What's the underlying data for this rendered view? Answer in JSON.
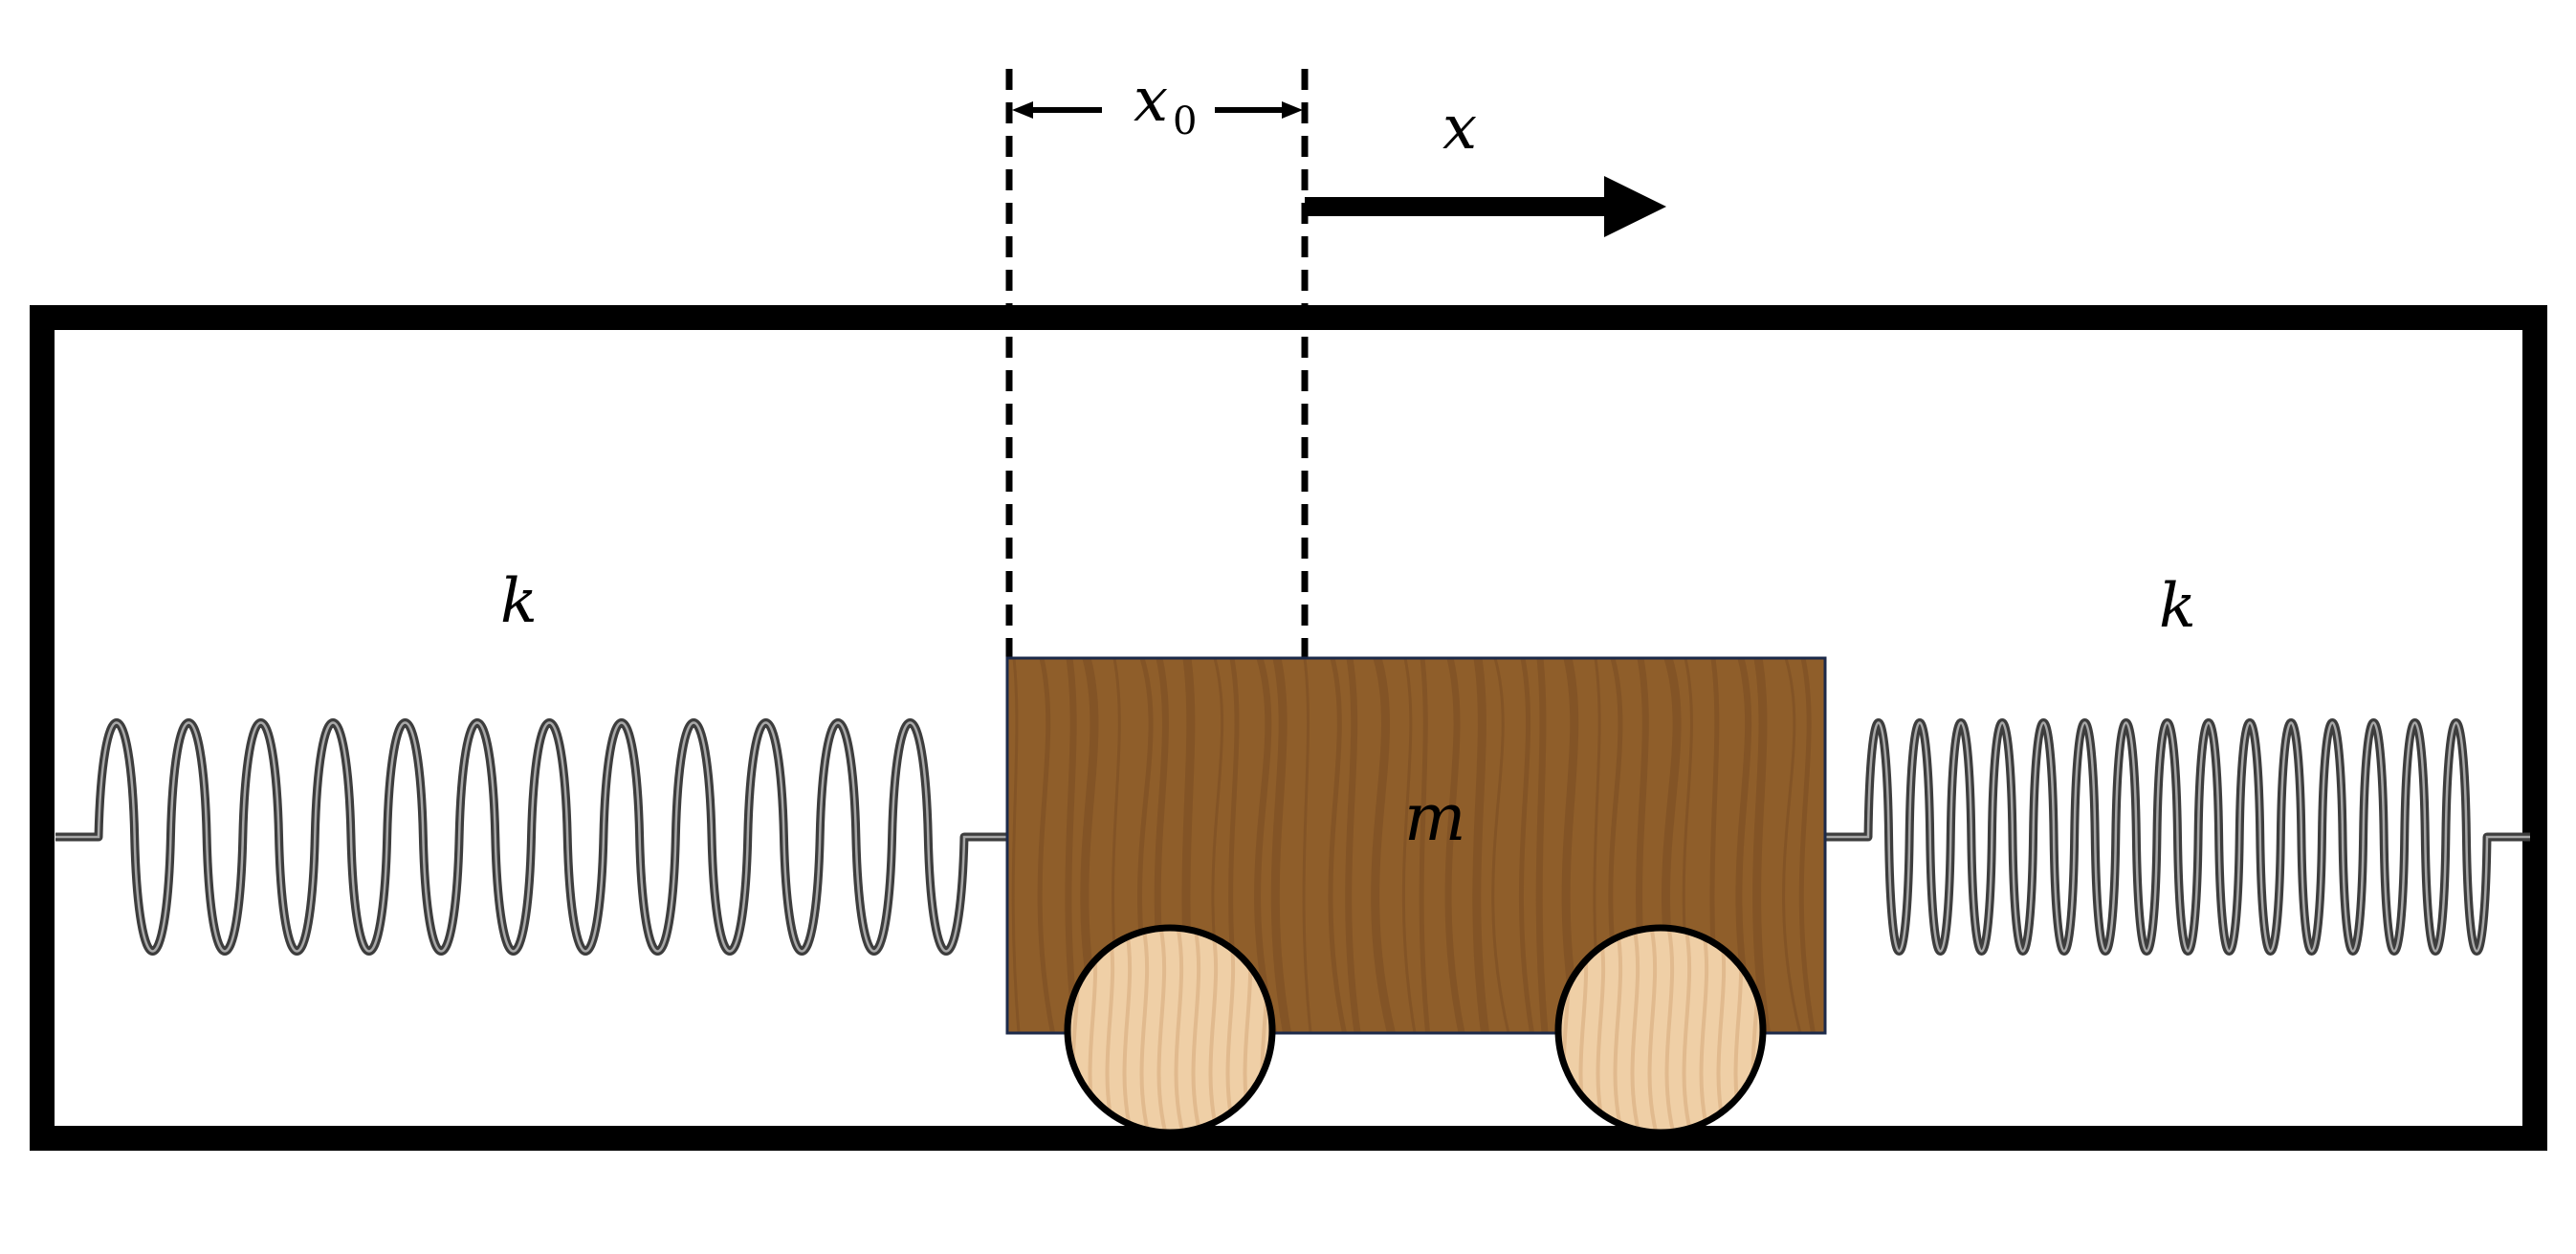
{
  "labels": {
    "x0_main": "x",
    "x0_sub": "0",
    "x": "x",
    "k_left": "k",
    "k_right": "k",
    "m": "m"
  },
  "colors": {
    "frame": "#000000",
    "block": "#8f5e2a",
    "block_grain": "#7a4d22",
    "block_border": "#1c2a4a",
    "wheel": "#efcfa6",
    "wheel_grain": "#dcb184",
    "spring": "#3d3d3d",
    "spring_highlight": "#a8a8a8"
  },
  "icons": {
    "displacement_arrow": "right-arrow-icon",
    "dimension_arrows": "double-headed-arrow-icon"
  }
}
